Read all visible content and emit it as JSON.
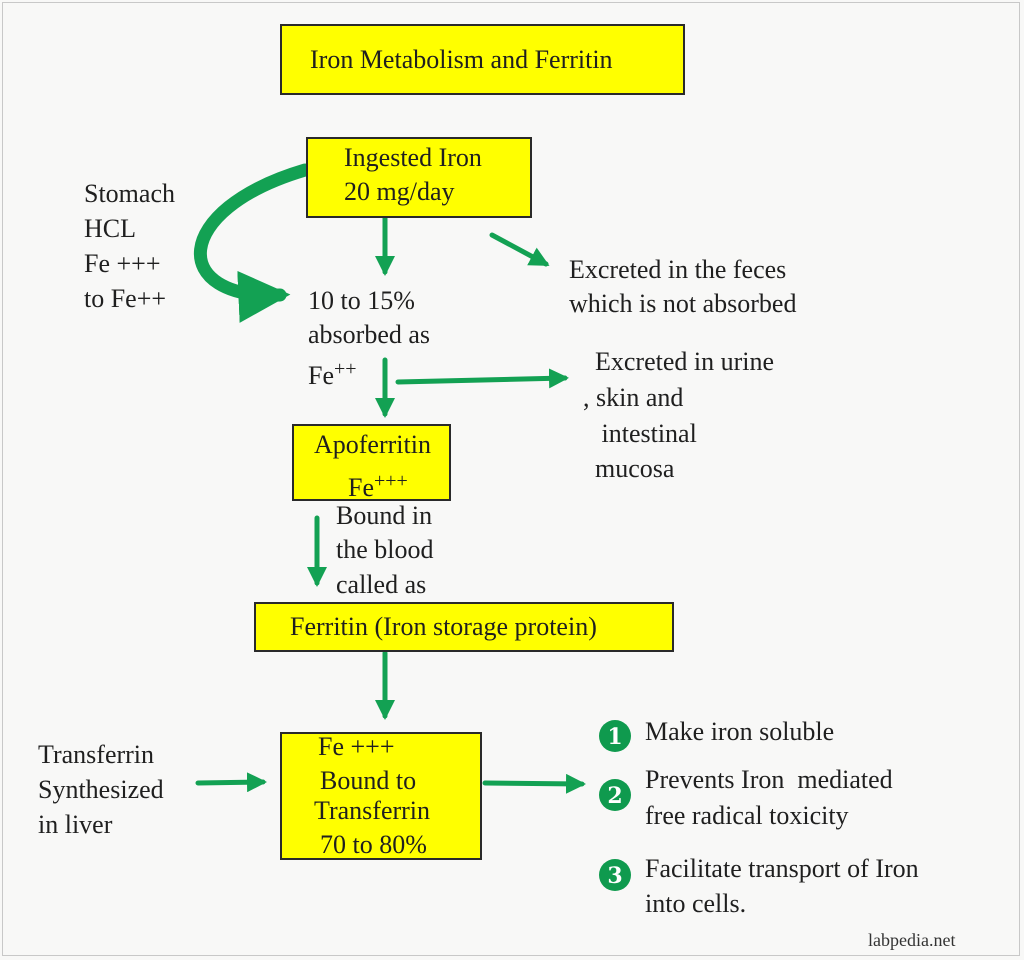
{
  "title": "Iron Metabolism and Ferritin",
  "ingested": {
    "line1": "Ingested Iron",
    "line2": "20 mg/day"
  },
  "stomach": {
    "lines": [
      "Stomach",
      "HCL",
      "Fe +++",
      "to Fe++"
    ]
  },
  "excreted_feces": {
    "lines": [
      "Excreted in the feces",
      "which is not absorbed"
    ]
  },
  "absorbed": {
    "line1": "10 to 15%",
    "line2": "absorbed as",
    "fe": "Fe",
    "charge": "++"
  },
  "excreted_urine": {
    "lines": [
      "Excreted in urine",
      ", skin and",
      " intestinal",
      "mucosa"
    ]
  },
  "apoferritin": {
    "line1": "Apoferritin",
    "fe": "Fe",
    "charge": "+++"
  },
  "bound_blood": {
    "lines": [
      "Bound in",
      "the blood",
      "called as"
    ]
  },
  "ferritin": {
    "label": "Ferritin (Iron storage protein)"
  },
  "transferrin_source": {
    "lines": [
      "Transferrin",
      "Synthesized",
      "in liver"
    ]
  },
  "transferrin_box": {
    "lines": [
      "Fe +++",
      "Bound to",
      "Transferrin",
      "70 to 80%"
    ]
  },
  "functions": [
    {
      "num": "1",
      "lines": [
        "Make iron soluble"
      ]
    },
    {
      "num": "2",
      "lines": [
        "Prevents Iron  mediated",
        "free radical toxicity"
      ]
    },
    {
      "num": "3",
      "lines": [
        "Facilitate transport of Iron",
        "into cells."
      ]
    }
  ],
  "credit": "labpedia.net",
  "colors": {
    "box_fill": "#ffff00",
    "arrow": "#13a153",
    "badge": "#0f9a4e"
  }
}
